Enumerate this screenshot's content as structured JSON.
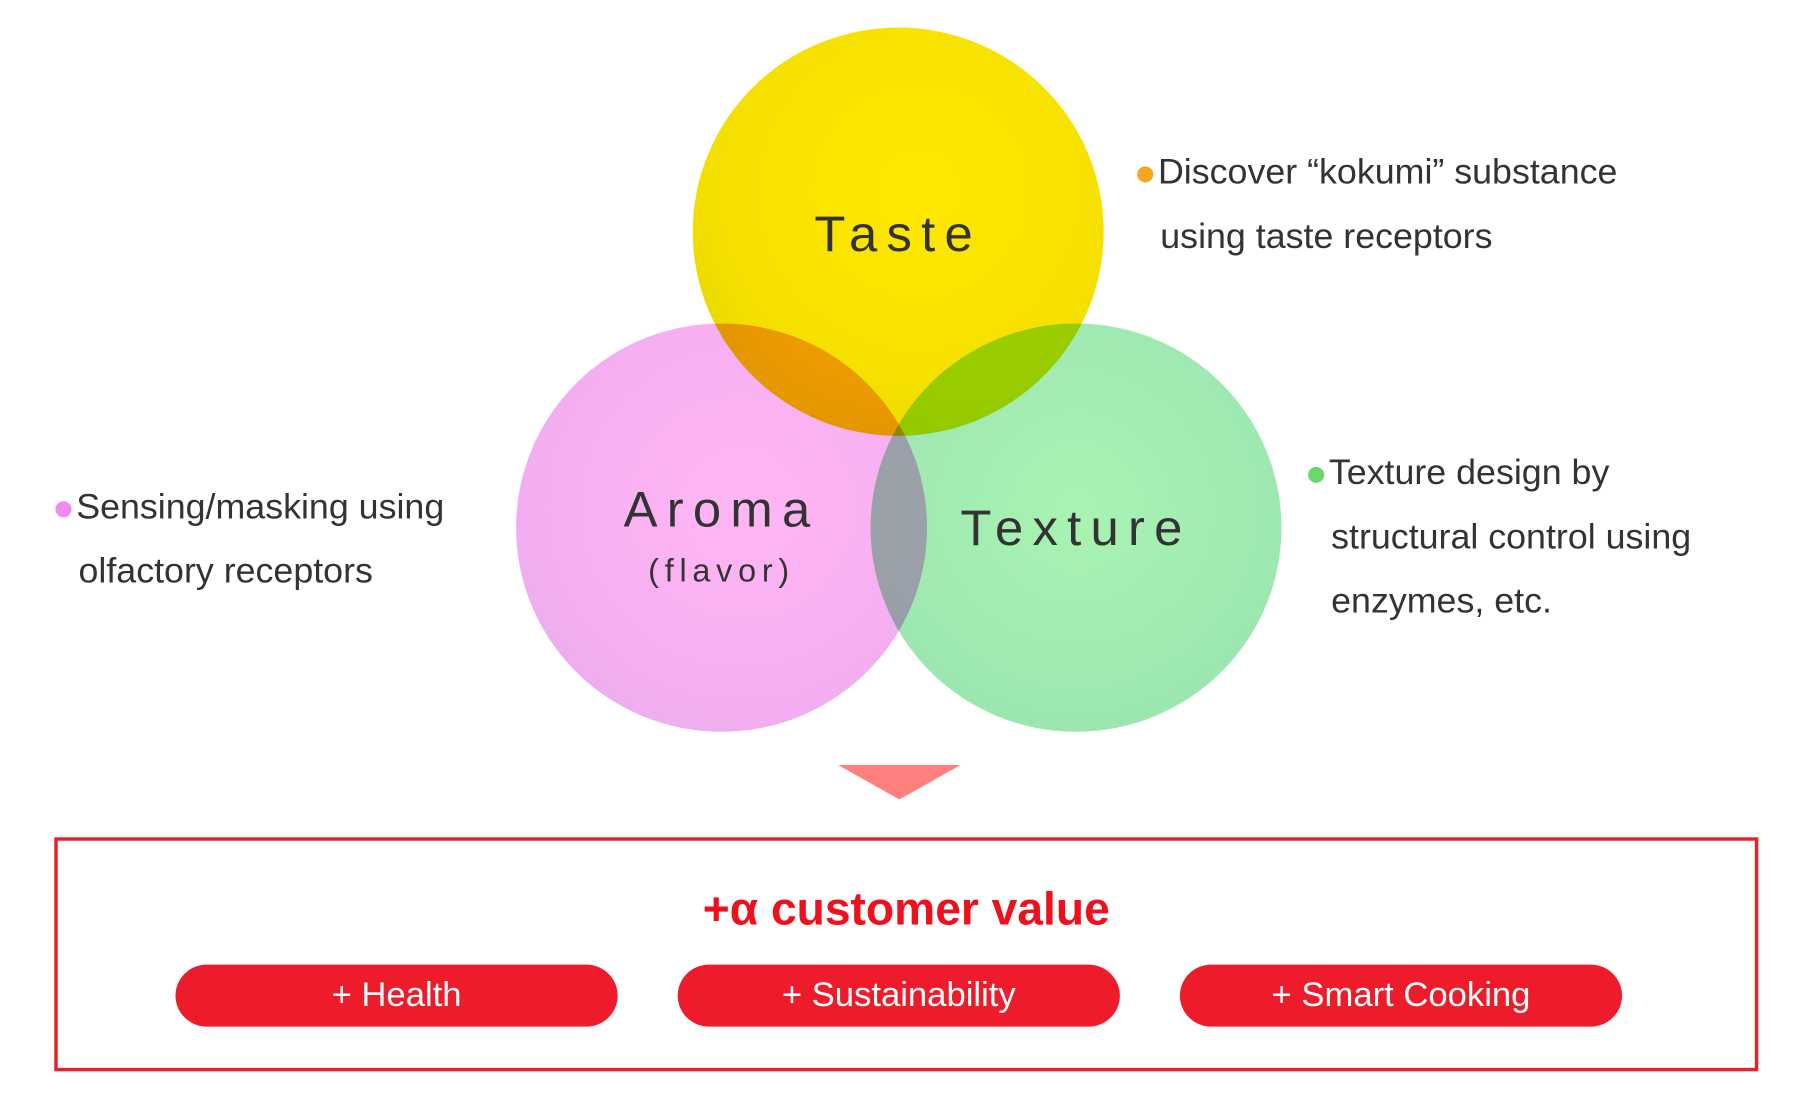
{
  "circles": {
    "taste": "Taste",
    "aroma": "Aroma",
    "aroma_sub": "(flavor)",
    "texture": "Texture"
  },
  "notes": {
    "taste": {
      "lines": [
        "Discover “kokumi” substance",
        "using taste receptors"
      ],
      "color": "#f5a623"
    },
    "aroma": {
      "lines": [
        "Sensing/masking using",
        "olfactory receptors"
      ],
      "color": "#f08af0"
    },
    "texture": {
      "lines": [
        "Texture design by",
        "structural control using",
        "enzymes, etc."
      ],
      "color": "#6ad86a"
    }
  },
  "value_box": {
    "title": "+α customer value",
    "items": [
      "+ Health",
      "+ Sustainability",
      "+ Smart Cooking"
    ]
  },
  "colors": {
    "accent": "#ee1c2a",
    "arrow": "#ff7f7f"
  }
}
